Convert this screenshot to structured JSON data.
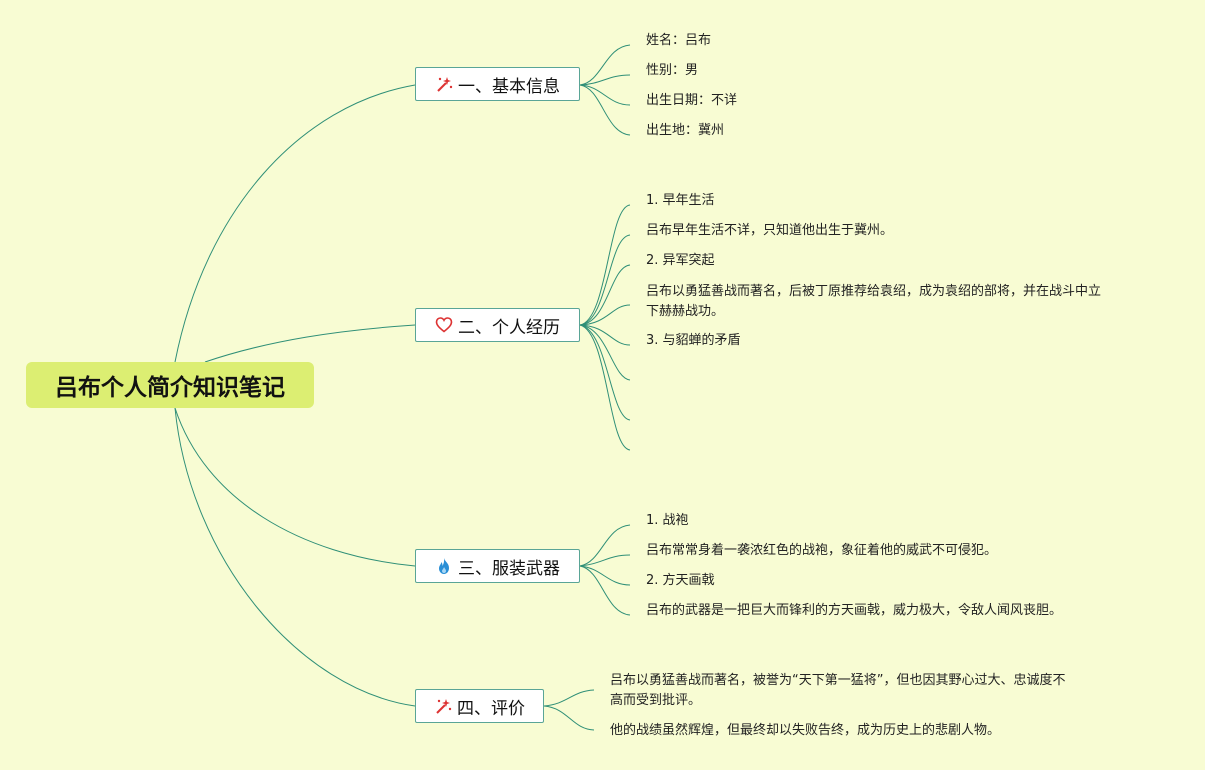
{
  "central": "吕布个人简介知识笔记",
  "colors": {
    "background": "#f8fcd3",
    "central_bg": "#dcee72",
    "line": "#2f8f77",
    "branch_border": "#5aa596"
  },
  "branches": [
    {
      "label": "一、基本信息",
      "icon": "magic-wand-icon",
      "items": [
        "姓名：吕布",
        "性别：男",
        "出生日期：不详",
        "出生地：冀州"
      ]
    },
    {
      "label": "二、个人经历",
      "icon": "heart-icon",
      "items": [
        "1. 早年生活",
        "吕布早年生活不详，只知道他出生于冀州。",
        "2. 异军突起",
        "吕布以勇猛善战而著名，后被丁原推荐给袁绍，成为袁绍的部将，并在战斗中立",
        "下赫赫战功。",
        "3. 与貂蝉的矛盾"
      ]
    },
    {
      "label": "三、服装武器",
      "icon": "flame-icon",
      "items": [
        "1. 战袍",
        "吕布常常身着一袭浓红色的战袍，象征着他的威武不可侵犯。",
        "2. 方天画戟",
        "吕布的武器是一把巨大而锋利的方天画戟，威力极大，令敌人闻风丧胆。"
      ]
    },
    {
      "label": "四、评价",
      "icon": "magic-wand-icon",
      "items": [
        "吕布以勇猛善战而著名，被誉为“天下第一猛将”，但也因其野心过大、忠诚度不",
        "高而受到批评。",
        "他的战绩虽然辉煌，但最终却以失败告终，成为历史上的悲剧人物。"
      ]
    }
  ]
}
